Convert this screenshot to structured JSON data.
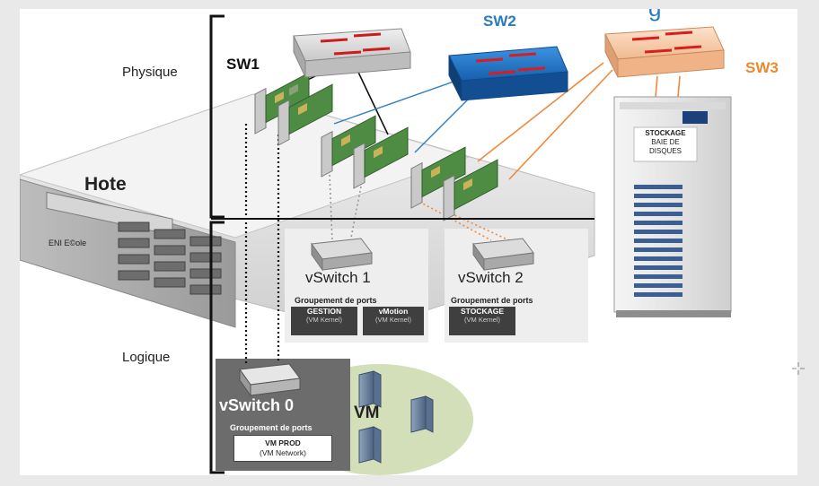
{
  "labels": {
    "physique": "Physique",
    "logique": "Logique",
    "hote": "Hote",
    "eni": "ENI E©ole",
    "vm": "VM",
    "stockage_baie": [
      "STOCKAGE",
      "BAIE DE",
      "DISQUES"
    ],
    "partial_top_right": "g"
  },
  "switches": {
    "sw1": "SW1",
    "sw2": "SW2",
    "sw3": "SW3"
  },
  "vswitches": [
    {
      "name": "vSwitch 1",
      "group_label": "Groupement de ports",
      "portgroups": [
        {
          "title": "GESTION",
          "sub": "(VM Kernel)"
        },
        {
          "title": "vMotion",
          "sub": "(VM Kernel)"
        }
      ]
    },
    {
      "name": "vSwitch 2",
      "group_label": "Groupement de ports",
      "portgroups": [
        {
          "title": "STOCKAGE",
          "sub": "(VM Kernel)"
        }
      ]
    },
    {
      "name": "vSwitch 0",
      "group_label": "Groupement de ports",
      "portgroups": [
        {
          "title": "VM PROD",
          "sub": "(VM Network)"
        }
      ]
    }
  ],
  "colors": {
    "sw1": "#d9d9d9",
    "sw2": "#1f73c7",
    "sw3": "#f6c8a3",
    "sw2_label": "#2a7ac2",
    "sw3_label": "#e98a2f",
    "nic_green": "#4e8c44",
    "link_blue": "#2f7fc1",
    "link_orange": "#ee8a3a",
    "link_black": "#111111"
  }
}
